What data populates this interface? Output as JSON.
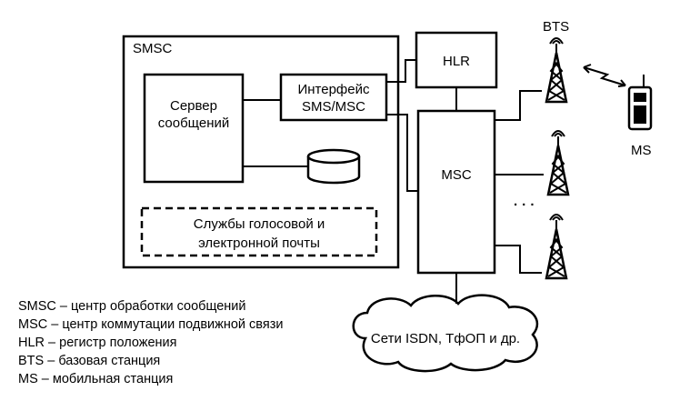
{
  "smsc": {
    "title": "SMSC",
    "server": [
      "Сервер",
      "сообщений"
    ],
    "interface": [
      "Интерфейс",
      "SMS/MSC"
    ],
    "voice_mail": [
      "Службы голосовой и",
      "электронной почты"
    ]
  },
  "hlr": {
    "label": "HLR"
  },
  "msc": {
    "label": "MSC"
  },
  "bts": {
    "label": "BTS"
  },
  "ms": {
    "label": "MS"
  },
  "ellipsis": "·\n·\n·",
  "networks": {
    "label": "Сети ISDN, ТфОП и др."
  },
  "legend": [
    "SMSC – центр обработки сообщений",
    "MSC – центр коммутации подвижной связи",
    "HLR – регистр положения",
    "BTS – базовая станция",
    "MS – мобильная станция"
  ]
}
